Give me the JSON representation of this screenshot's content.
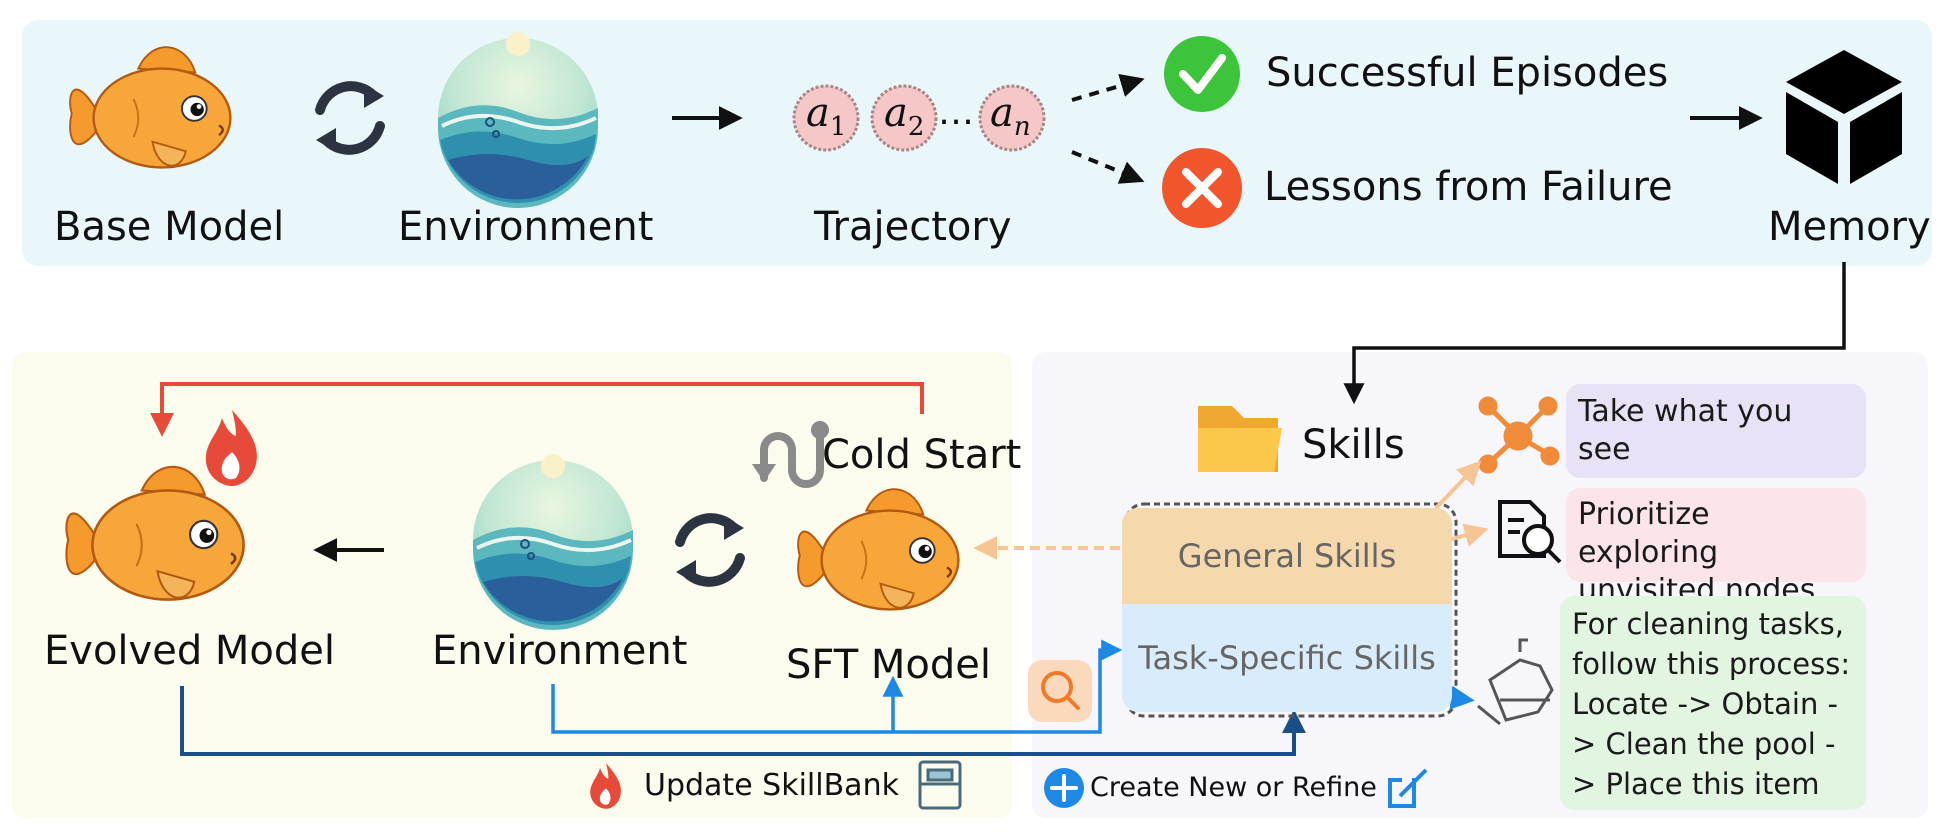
{
  "top": {
    "base_model": "Base Model",
    "environment": "Environment",
    "trajectory": "Trajectory",
    "actions": [
      "a1",
      "a2",
      "an"
    ],
    "ellipsis": "…",
    "successful": "Successful Episodes",
    "lessons": "Lessons from Failure",
    "memory": "Memory"
  },
  "bottom": {
    "evolved_model": "Evolved Model",
    "environment": "Environment",
    "sft_model": "SFT Model",
    "cold_start": "Cold Start",
    "update_skillbank": "Update SkillBank",
    "create_refine": "Create New or Refine"
  },
  "skills": {
    "title": "Skills",
    "general": "General Skills",
    "task_specific": "Task-Specific Skills",
    "examples": [
      "Take what you see",
      "Prioritize exploring unvisited nodes",
      "For cleaning tasks, follow this process: Locate -> Obtain -> Clean the pool -> Place this item"
    ]
  },
  "colors": {
    "top_panel": "#eaf7fa",
    "bottom_left_panel": "#fbfbee",
    "bottom_right_panel": "#f6f6fb",
    "red_arrow": "#e84a3a",
    "blue_arrow": "#1e88e5",
    "dark_blue_arrow": "#1a4f8a",
    "orange_arrow": "#f7c593",
    "general_layer": "#f5d9ad",
    "task_layer": "#d9ecfb",
    "example1": "#e8e2f7",
    "example2": "#fbe4ea",
    "example3": "#e1f5e1"
  },
  "icons": [
    "goldfish-icon",
    "refresh-cycle-icon",
    "globe-water-icon",
    "check-icon",
    "cross-icon",
    "cube-icon",
    "folder-icon",
    "flame-icon",
    "network-icon",
    "document-search-icon",
    "tools-icon",
    "search-icon",
    "plus-icon",
    "edit-icon",
    "cabinet-icon",
    "cold-start-path-icon"
  ]
}
